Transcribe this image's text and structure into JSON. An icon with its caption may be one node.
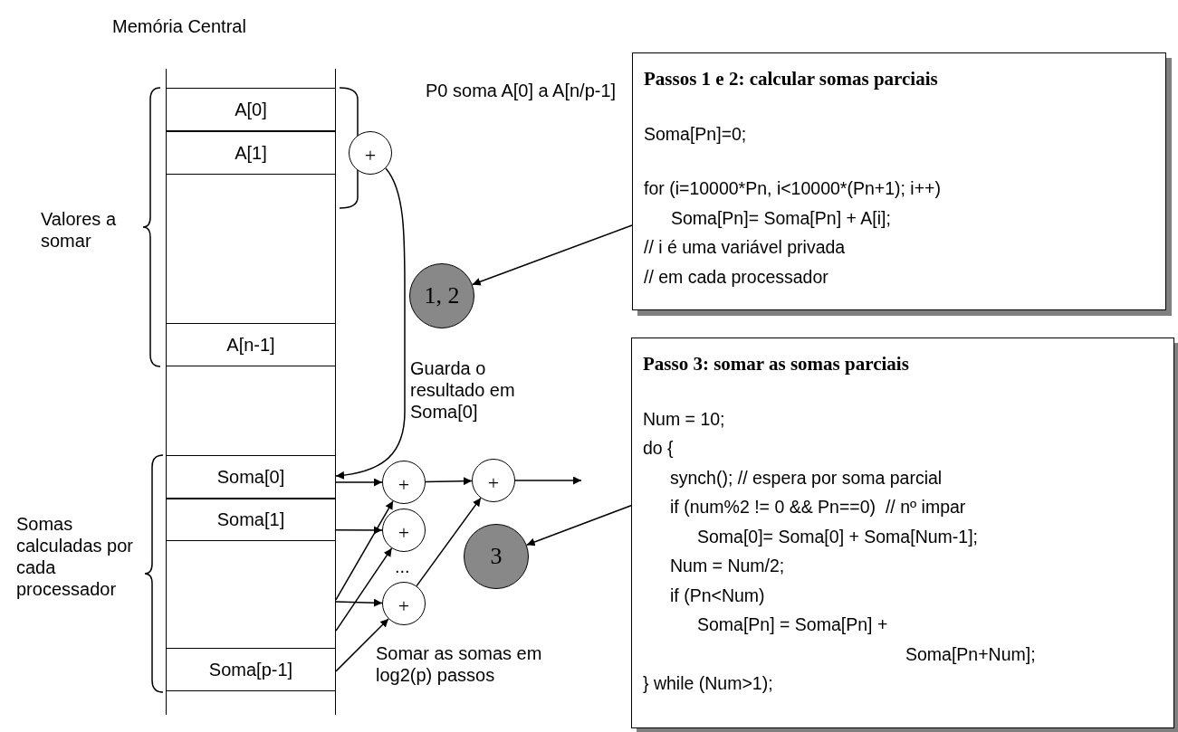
{
  "diagram": {
    "nodes": [
      {
        "text": [
          "Memória Central"
        ]
      },
      {
        "text": [
          "A[0]"
        ],
        "in": 0
      },
      {
        "text": [
          "A[1]"
        ],
        "in": 0
      },
      {
        "text": [
          "A[n-1]"
        ],
        "in": 0
      },
      {
        "text": [
          "Soma[0]"
        ],
        "in": 0
      },
      {
        "text": [
          "Soma[1]"
        ],
        "in": 0
      },
      {
        "text": [
          "Soma[p-1]"
        ],
        "in": 0
      },
      {
        "text": [
          "+"
        ]
      },
      {
        "text": [
          "+"
        ]
      },
      {
        "text": [
          "+"
        ]
      },
      {
        "text": [
          "+"
        ]
      },
      {
        "text": [
          "+"
        ]
      },
      {
        "text": [
          "1, 2"
        ]
      },
      {
        "text": [
          "3"
        ]
      },
      {
        "text": [
          "Passos 1 e 2: calcular somas parciais",
          "Soma[Pn]=0;",
          "for (i=10000*Pn, i<10000*(Pn+1); i++)",
          "Soma[Pn]= Soma[Pn] + A[i];",
          "// i é uma variável privada",
          "// em cada processador"
        ]
      },
      {
        "text": [
          "Passo 3: somar as somas parciais",
          "Num = 10;",
          "do {",
          "synch(); // espera por soma parcial",
          "if (num%2 != 0 && Pn==0)  // nº impar",
          "Soma[0]= Soma[0] + Soma[Num-1];",
          "Num = Num/2;",
          "if (Pn<Num)",
          "Soma[Pn] = Soma[Pn] +",
          "Soma[Pn+Num];",
          "} while (Num>1);"
        ]
      }
    ],
    "edges": [
      {
        "from": 7,
        "to": 4,
        "arrow": "to",
        "label": "Guarda o resultado em Soma[0]"
      },
      {
        "from": 4,
        "to": 8,
        "arrow": "to"
      },
      {
        "from": 8,
        "to": 9,
        "arrow": "to"
      },
      {
        "from": 9,
        "to": null,
        "arrow": "to"
      },
      {
        "from": 5,
        "to": 10,
        "arrow": "to"
      },
      {
        "from": 0,
        "to": 8,
        "arrow": "to"
      },
      {
        "from": 0,
        "to": 11,
        "arrow": "to"
      },
      {
        "from": 0,
        "to": 10,
        "arrow": "to"
      },
      {
        "from": 6,
        "to": 11,
        "arrow": "to"
      },
      {
        "from": 11,
        "to": 9,
        "arrow": "to"
      },
      {
        "from": 14,
        "to": 12,
        "arrow": "to"
      },
      {
        "from": 15,
        "to": 13,
        "arrow": "to"
      }
    ],
    "labels": [
      "P0 soma A[0] a A[n/p-1]",
      "Valores a somar",
      "Somas calculadas por cada processador",
      "...",
      "Somar as somas em log2(p) passos"
    ]
  }
}
